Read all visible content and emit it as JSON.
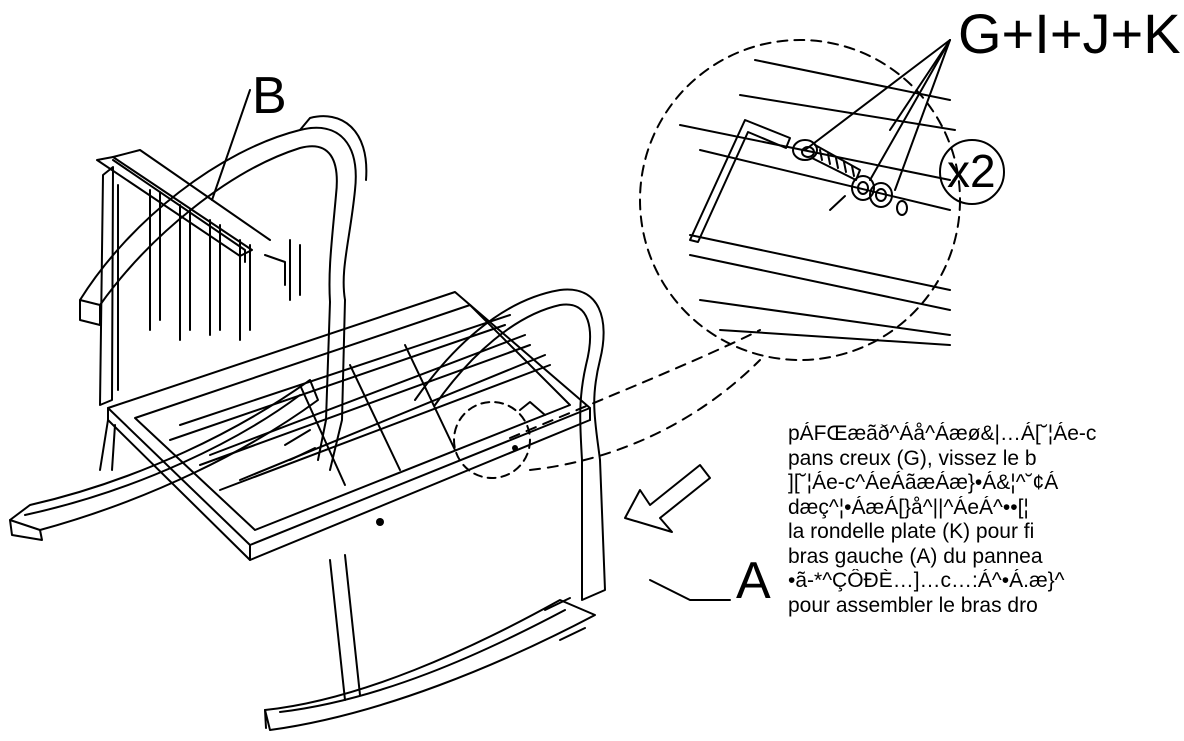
{
  "labels": {
    "part_b": "B",
    "part_a": "A",
    "hardware": "G+I+J+K",
    "quantity": "x2"
  },
  "instructions": {
    "lines": [
      "pÁFŒæãð^Áå^Áæø&|…Á[˘¦Áe-c",
      "pans creux (G), vissez le b",
      "][˘¦Áe-c^ÁeÁãæÁæ}•Á&¦^˘¢Á",
      "dæç^¦•ÁæÁ[}å^||^ÁeÁ^••[¦",
      "la rondelle plate (K) pour fi",
      "bras gauche (A) du pannea",
      "•ã-*^ÇÔÐÈ…]…c…:Á^•Á.æ}^",
      "pour assembler le bras dro"
    ]
  }
}
